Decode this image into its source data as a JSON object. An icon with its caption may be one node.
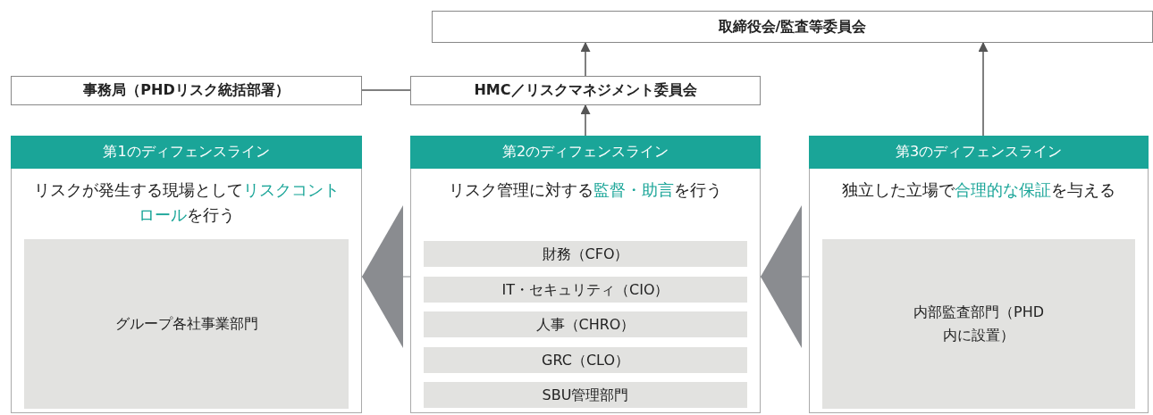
{
  "diagram": {
    "nodes": [
      {
        "text": [
          "取締役会/監査等委員会"
        ]
      },
      {
        "text": [
          "事務局（PHDリスク統括部署）"
        ]
      },
      {
        "text": [
          "HMC／リスクマネジメント委員会"
        ]
      },
      {
        "text": [
          "第1のディフェンスライン",
          "リスクが発生する現場として**リスクコントロール**を行う"
        ]
      },
      {
        "text": [
          "グループ各社事業部門"
        ],
        "in": 3
      },
      {
        "text": [
          "第2のディフェンスライン",
          "リスク管理に対する**監督・助言**を行う"
        ]
      },
      {
        "text": [
          "財務（CFO）"
        ],
        "in": 5
      },
      {
        "text": [
          "IT・セキュリティ（CIO）"
        ],
        "in": 5
      },
      {
        "text": [
          "人事（CHRO）"
        ],
        "in": 5
      },
      {
        "text": [
          "GRC（CLO）"
        ],
        "in": 5
      },
      {
        "text": [
          "SBU管理部門"
        ],
        "in": 5
      },
      {
        "text": [
          "第3のディフェンスライン",
          "独立した立場で**合理的な保証**を与える"
        ]
      },
      {
        "text": [
          "内部監査部門（PHD内に設置）"
        ],
        "in": 11
      }
    ],
    "edges": [
      {
        "from": 2,
        "to": 0,
        "arrow": "to"
      },
      {
        "from": 1,
        "to": 2,
        "arrow": "none"
      },
      {
        "from": 5,
        "to": 2,
        "arrow": "to"
      },
      {
        "from": 11,
        "to": 0,
        "arrow": "to"
      },
      {
        "from": 5,
        "to": 3,
        "arrow": "to"
      },
      {
        "from": 11,
        "to": 5,
        "arrow": "to"
      }
    ]
  }
}
